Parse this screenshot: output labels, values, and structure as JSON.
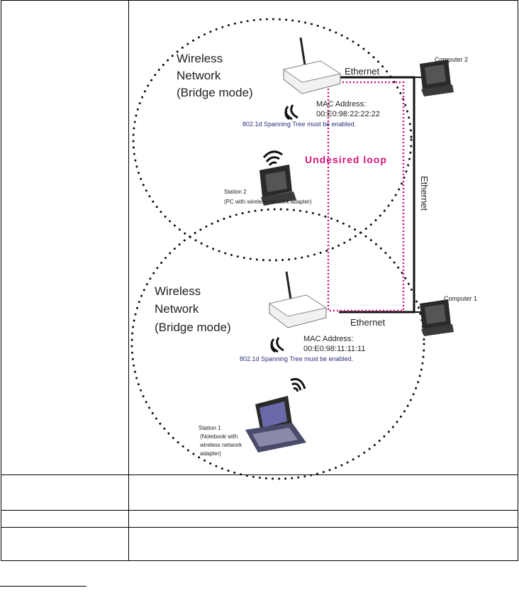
{
  "diagram": {
    "top_network": {
      "title_lines": [
        "Wireless",
        "Network",
        "(Bridge mode)"
      ],
      "ethernet_label": "Ethernet",
      "mac_label": "MAC Address:",
      "mac_value": "00:E0:98:22:22:22",
      "stp_note": "802.1d Spanning Tree must be enabled."
    },
    "bottom_network": {
      "title_lines": [
        "Wireless",
        "Network",
        "(Bridge mode)"
      ],
      "ethernet_label": "Ethernet",
      "mac_label": "MAC Address:",
      "mac_value": "00:E0:98:11:11:11",
      "stp_note": "802.1d Spanning Tree must be enabled."
    },
    "computer2_label": "Computer 2",
    "computer1_label": "Computer 1",
    "vertical_ethernet_label": "Ethernet",
    "loop_label": "Undesired loop",
    "station2_lines": [
      "Station 2",
      "(PC with wireless network adapter)"
    ],
    "station1_lines": [
      "Station 1",
      "(Notebook with",
      "wireless network",
      "adapter)"
    ]
  },
  "colors": {
    "loop": "#d4147a",
    "note_text": "#2b2f7a",
    "dots": "#111111"
  },
  "icons": [
    "access-point-icon",
    "desktop-computer-icon",
    "notebook-icon",
    "wireless-signal-icon"
  ]
}
